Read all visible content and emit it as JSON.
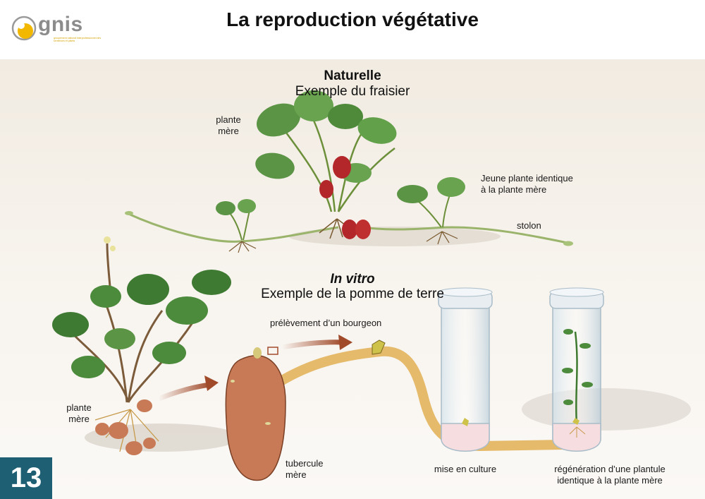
{
  "header": {
    "logo_text": "gnis",
    "logo_tagline": "groupement national interprofessionnel des semences et plants",
    "title": "La reproduction végétative"
  },
  "page_number": "13",
  "naturelle": {
    "heading": "Naturelle",
    "subheading": "Exemple du fraisier",
    "label_mother": "plante\nmère",
    "label_young": "Jeune plante identique\nà la plante mère",
    "label_stolon": "stolon"
  },
  "in_vitro": {
    "heading": "In vitro",
    "subheading": "Exemple de la pomme de terre",
    "label_mother": "plante\nmère",
    "label_bud": "prélèvement d’un bourgeon",
    "label_tuber": "tubercule\nmère",
    "label_culture": "mise en culture",
    "label_regen": "régénération d’une plantule\nidentique à la plante mère"
  },
  "colors": {
    "badge": "#1f5f73",
    "arrow": "#a04a2a",
    "track": "#e2b45c",
    "tuber": "#c77a55",
    "leaf": "#4c8a3c",
    "strawberry": "#b3262a"
  }
}
